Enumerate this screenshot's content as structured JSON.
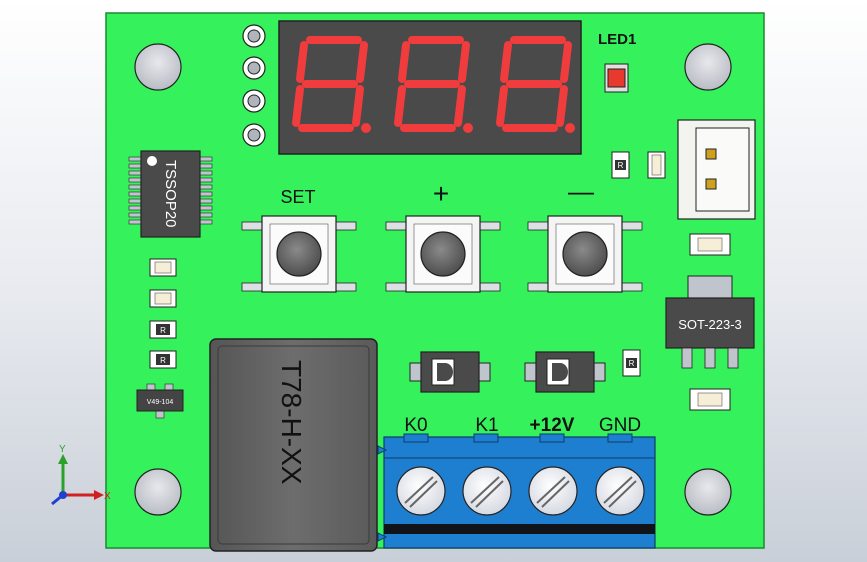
{
  "board": {
    "led_label": "LED1",
    "tssop_label": "TSSOP20",
    "sot_label": "SOT-223-3",
    "small_ic_label": "V49-104",
    "relay_label": "T78-H-XX",
    "resistor_mark": "R",
    "display_digits": [
      "8",
      "8",
      "8"
    ],
    "buttons": [
      {
        "label": "SET"
      },
      {
        "label": "+"
      },
      {
        "label": "—"
      }
    ],
    "terminals": [
      {
        "label": "K0"
      },
      {
        "label": "K1"
      },
      {
        "label": "+12V"
      },
      {
        "label": "GND"
      }
    ],
    "triad": {
      "x": "X",
      "y": "Y"
    }
  },
  "colors": {
    "pcb": "#35f25c",
    "display_bg": "#4a4a4a",
    "segment": "#f03c3c",
    "terminal_block": "#1e7fd0",
    "relay": "#6a6a6a"
  }
}
